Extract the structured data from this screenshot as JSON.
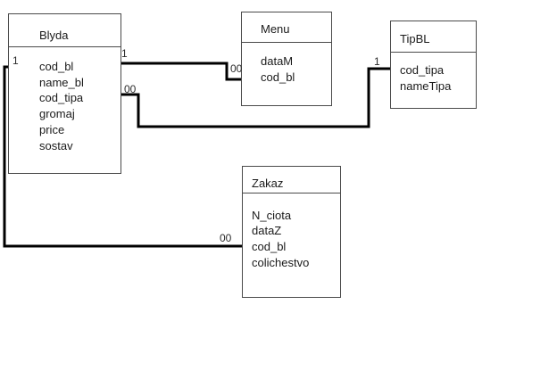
{
  "entities": {
    "blyda": {
      "title": "Blyda",
      "fields": [
        "cod_bl",
        "name_bl",
        "cod_tipa",
        "gromaj",
        "price",
        "sostav"
      ]
    },
    "menu": {
      "title": "Menu",
      "fields": [
        "dataM",
        "cod_bl"
      ]
    },
    "tipbl": {
      "title": "TipBL",
      "fields": [
        "cod_tipa",
        "nameTipa"
      ]
    },
    "zakaz": {
      "title": "Zakaz",
      "fields": [
        "N_ciota",
        "dataZ",
        "cod_bl",
        "colichestvo"
      ]
    }
  },
  "multiplicities": {
    "blyda_menu_one": "1",
    "blyda_menu_many": "00",
    "blyda_tipbl_many": "00",
    "blyda_tipbl_one": "1",
    "blyda_zakaz_one": "1",
    "blyda_zakaz_many": "00"
  },
  "colors": {
    "line": "#000000",
    "border": "#4a4a4a",
    "background": "#ffffff"
  }
}
